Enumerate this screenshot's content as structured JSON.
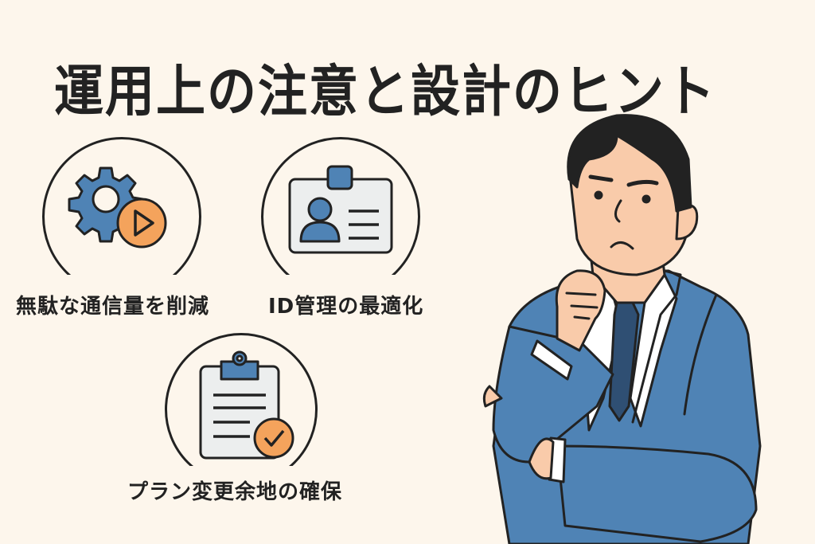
{
  "title": "運用上の注意と設計のヒント",
  "items": [
    {
      "label": "無駄な通信量を削減",
      "icon": "gear-play-icon"
    },
    {
      "label": "ID管理の最適化",
      "icon": "id-card-icon"
    },
    {
      "label": "プラン変更余地の確保",
      "icon": "clipboard-check-icon"
    }
  ],
  "illustration": {
    "subject": "thinking-businessman",
    "description": "Man in blue suit with hand on chin, arms crossed, thinking"
  },
  "colors": {
    "background": "#fdf6ec",
    "blue": "#4f83b5",
    "dark_blue": "#2f4f73",
    "orange": "#f4a35c",
    "skin": "#f9cbaa",
    "outline": "#222222",
    "card": "#eceeee"
  }
}
